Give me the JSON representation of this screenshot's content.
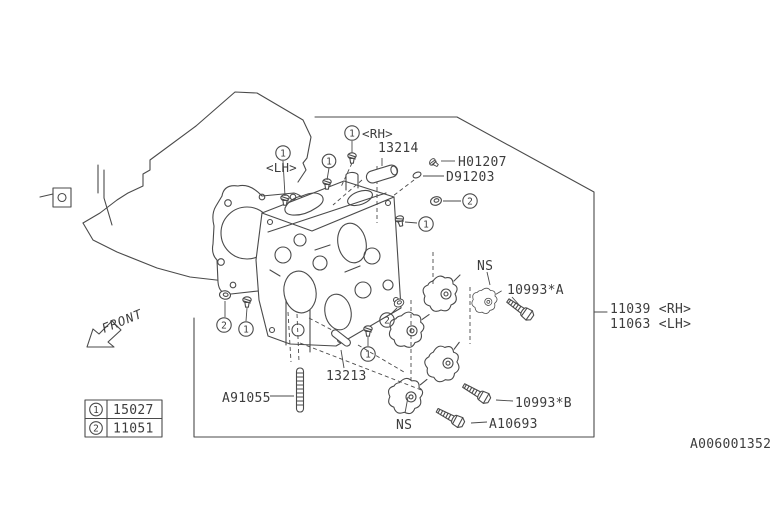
{
  "diagram_code": "A006001352",
  "front_label": "FRONT",
  "callout": {
    "one": "1",
    "two": "2"
  },
  "labels": {
    "tag_lh": "<LH>",
    "tag_rh": "<RH>",
    "part_13214": "13214",
    "h01207": "H01207",
    "d91203": "D91203",
    "ns": "NS",
    "p10993a": "10993*A",
    "p11039_rh": "11039 <RH>",
    "p11063_lh": "11063 <LH>",
    "a91055": "A91055",
    "part_13213": "13213",
    "p10993b": "10993*B",
    "a10693": "A10693"
  },
  "legend": {
    "rows": [
      {
        "symbol": "1",
        "part": "15027"
      },
      {
        "symbol": "2",
        "part": "11051"
      }
    ]
  }
}
